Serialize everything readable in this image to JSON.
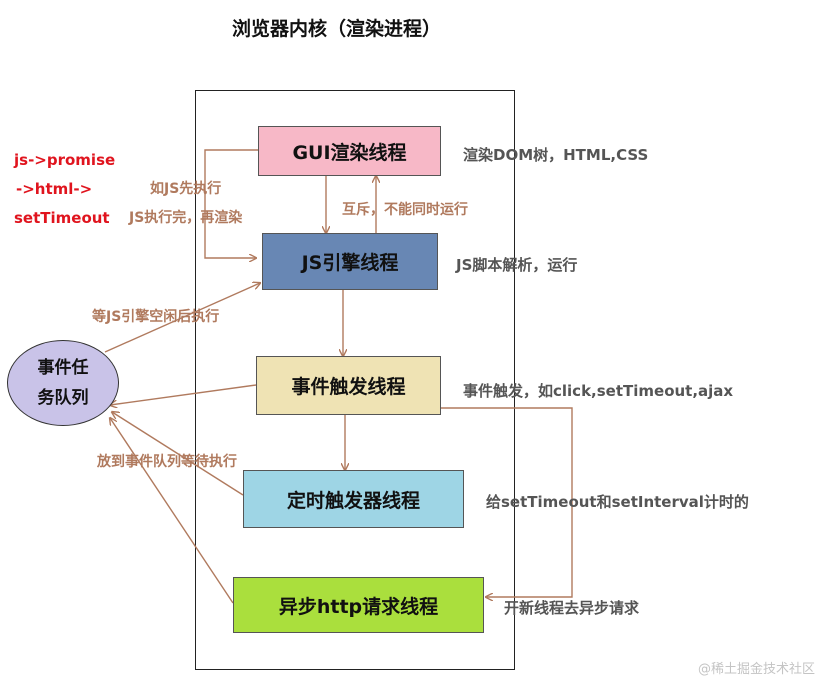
{
  "title": "浏览器内核（渲染进程）",
  "threads": {
    "gui": "GUI渲染线程",
    "js": "JS引擎线程",
    "event": "事件触发线程",
    "timer": "定时触发器线程",
    "http": "异步http请求线程"
  },
  "notes": {
    "gui": "渲染DOM树，HTML,CSS",
    "js": "JS脚本解析，运行",
    "event": "事件触发，如click,setTimeout,ajax",
    "timer": "给setTimeout和setInterval计时的",
    "http": "开新线程去异步请求"
  },
  "arrow_labels": {
    "js_first": "如JS先执行",
    "js_done": "JS执行完，再渲染",
    "mutex": "互斥，不能同时运行",
    "wait_idle": "等JS引擎空闲后执行",
    "enqueue": "放到事件队列等待执行"
  },
  "order_note": [
    "js->promise",
    "->html->",
    "setTimeout"
  ],
  "queue": {
    "line1": "事件任",
    "line2": "务队列"
  },
  "watermark": "@稀土掘金技术社区",
  "colors": {
    "gui": "#f7b8c7",
    "js": "#6887b4",
    "event": "#efe3b4",
    "timer": "#9ed5e5",
    "http": "#aadf3d",
    "queue": "#c9c3e8",
    "arrow": "#b07a5e",
    "red": "#e0141e"
  }
}
